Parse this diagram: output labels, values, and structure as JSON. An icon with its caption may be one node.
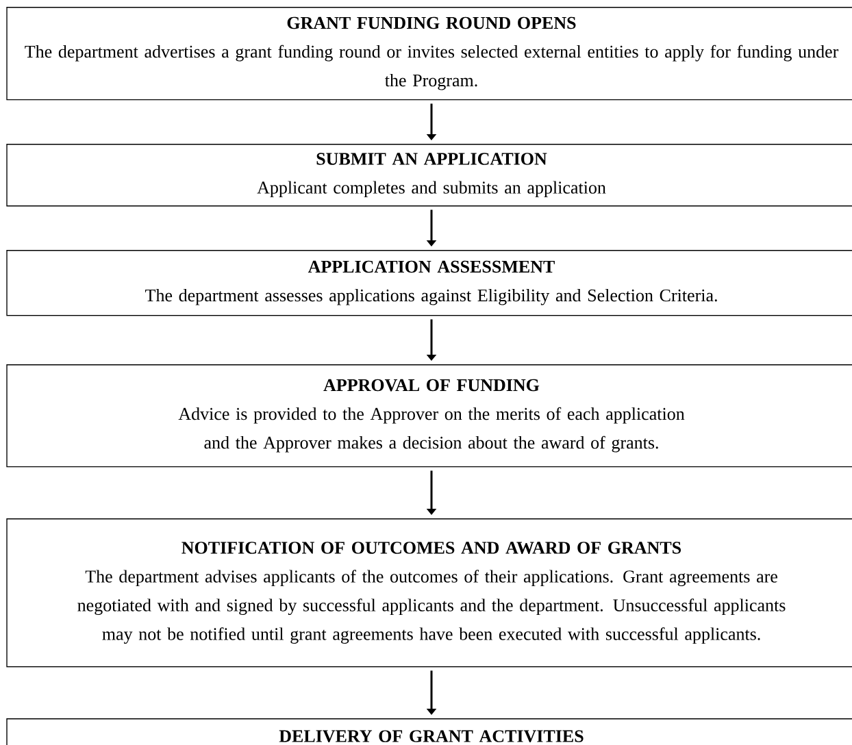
{
  "diagram": {
    "nodes": [
      {
        "text": [
          "GRANT FUNDING ROUND OPENS",
          "The department advertises a grant funding round or invites selected external entities to apply for funding under the Program."
        ]
      },
      {
        "text": [
          "SUBMIT AN APPLICATION",
          "Applicant completes and submits an application"
        ]
      },
      {
        "text": [
          "APPLICATION ASSESSMENT",
          "The department assesses applications against Eligibility and Selection Criteria."
        ]
      },
      {
        "text": [
          "APPROVAL OF FUNDING",
          "Advice is provided to the Approver on the merits of each application and the Approver makes a decision about the award of grants."
        ]
      },
      {
        "text": [
          "NOTIFICATION OF OUTCOMES AND AWARD OF GRANTS",
          "The department advises applicants of the outcomes of their applications. Grant agreements are negotiated with and signed by successful applicants and the department. Unsuccessful applicants may not be notified until grant agreements have been executed with successful applicants."
        ]
      },
      {
        "text": [
          "DELIVERY OF GRANT ACTIVITIES"
        ]
      }
    ],
    "edges": [
      {
        "from": 0,
        "to": 1,
        "arrow": "to"
      },
      {
        "from": 1,
        "to": 2,
        "arrow": "to"
      },
      {
        "from": 2,
        "to": 3,
        "arrow": "to"
      },
      {
        "from": 3,
        "to": 4,
        "arrow": "to"
      },
      {
        "from": 4,
        "to": 5,
        "arrow": "to"
      }
    ]
  }
}
